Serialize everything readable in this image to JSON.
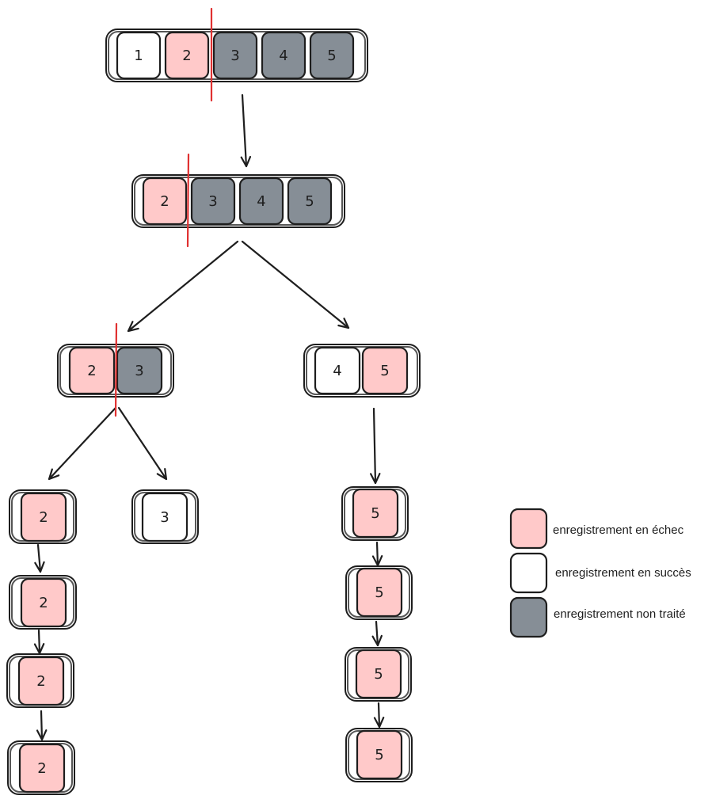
{
  "colors": {
    "failed": "#ffc9c9",
    "success": "#ffffff",
    "unprocessed": "#868e96",
    "split_line": "#e03131",
    "stroke": "#1e1e1e"
  },
  "batches": [
    {
      "id": "batch-1-5",
      "records": [
        {
          "label": "1",
          "status": "success"
        },
        {
          "label": "2",
          "status": "failed"
        },
        {
          "label": "3",
          "status": "unprocessed"
        },
        {
          "label": "4",
          "status": "unprocessed"
        },
        {
          "label": "5",
          "status": "unprocessed"
        }
      ]
    },
    {
      "id": "batch-2-5",
      "records": [
        {
          "label": "2",
          "status": "failed"
        },
        {
          "label": "3",
          "status": "unprocessed"
        },
        {
          "label": "4",
          "status": "unprocessed"
        },
        {
          "label": "5",
          "status": "unprocessed"
        }
      ]
    },
    {
      "id": "batch-2-3",
      "records": [
        {
          "label": "2",
          "status": "failed"
        },
        {
          "label": "3",
          "status": "unprocessed"
        }
      ]
    },
    {
      "id": "batch-4-5",
      "records": [
        {
          "label": "4",
          "status": "success"
        },
        {
          "label": "5",
          "status": "failed"
        }
      ]
    },
    {
      "id": "retry-2-a",
      "records": [
        {
          "label": "2",
          "status": "failed"
        }
      ]
    },
    {
      "id": "single-3",
      "records": [
        {
          "label": "3",
          "status": "success"
        }
      ]
    },
    {
      "id": "retry-5-a",
      "records": [
        {
          "label": "5",
          "status": "failed"
        }
      ]
    },
    {
      "id": "retry-2-b",
      "records": [
        {
          "label": "2",
          "status": "failed"
        }
      ]
    },
    {
      "id": "retry-5-b",
      "records": [
        {
          "label": "5",
          "status": "failed"
        }
      ]
    },
    {
      "id": "retry-2-c",
      "records": [
        {
          "label": "2",
          "status": "failed"
        }
      ]
    },
    {
      "id": "retry-5-c",
      "records": [
        {
          "label": "5",
          "status": "failed"
        }
      ]
    },
    {
      "id": "retry-2-d",
      "records": [
        {
          "label": "2",
          "status": "failed"
        }
      ]
    },
    {
      "id": "retry-5-d",
      "records": [
        {
          "label": "5",
          "status": "failed"
        }
      ]
    }
  ],
  "legend": [
    {
      "status": "failed",
      "label": "enregistrement en échec"
    },
    {
      "status": "success",
      "label": "enregistrement en succès"
    },
    {
      "status": "unprocessed",
      "label": "enregistrement non traité"
    }
  ]
}
